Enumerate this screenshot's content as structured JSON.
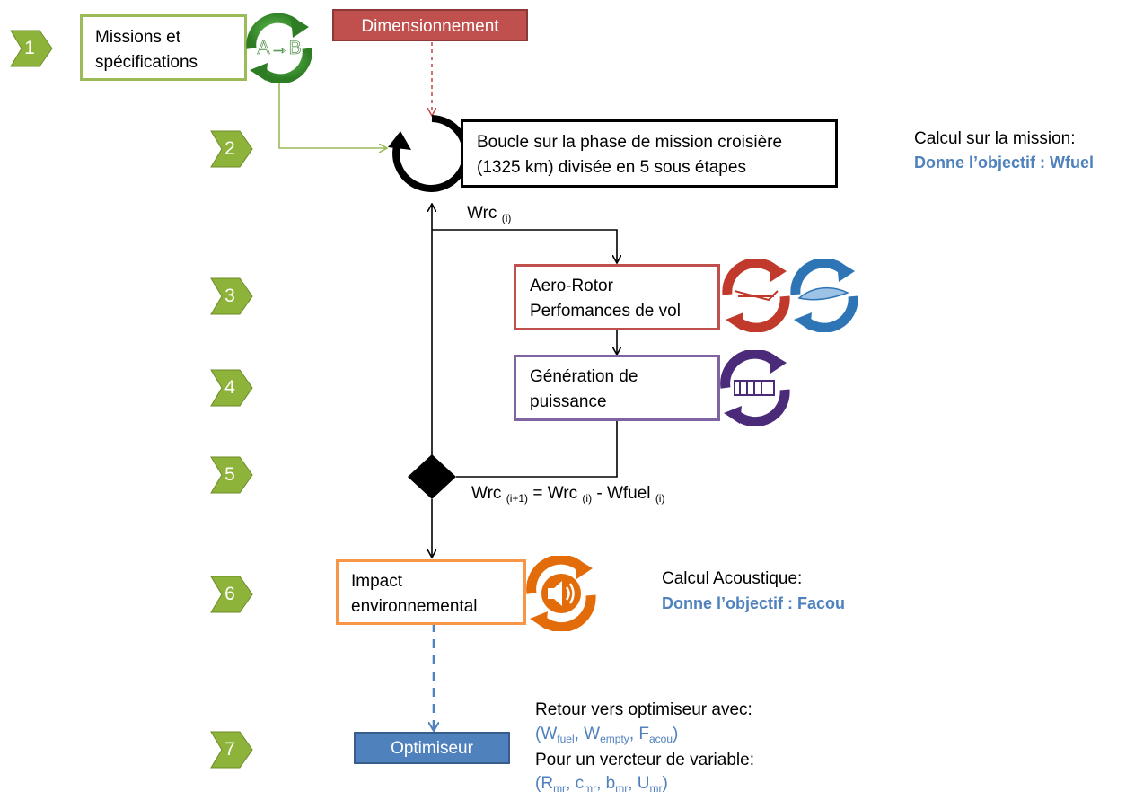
{
  "steps": [
    "1",
    "2",
    "3",
    "4",
    "5",
    "6",
    "7"
  ],
  "header": {
    "dimensionnement": "Dimensionnement"
  },
  "boxes": {
    "missions": {
      "line1": "Missions et",
      "line2": "spécifications"
    },
    "boucle": {
      "line1": "Boucle sur la phase de mission croisière",
      "line2": "(1325 km) divisée en 5 sous étapes"
    },
    "aero": {
      "line1": "Aero-Rotor",
      "line2": "Perfomances de vol"
    },
    "generation": {
      "line1": "Génération de",
      "line2": "puissance"
    },
    "impact": {
      "line1": "Impact",
      "line2": "environnemental"
    },
    "optimiseur": "Optimiseur"
  },
  "icons": {
    "missions": {
      "name": "a-to-b-icon",
      "label": "A→B",
      "color": "#3a9a2f"
    },
    "aero": {
      "name": "aero-rotor-icon",
      "color": "#c0392b"
    },
    "flight": {
      "name": "flight-performance-icon",
      "color": "#2e75b6"
    },
    "power": {
      "name": "power-generation-icon",
      "color": "#4b2a7a"
    },
    "acoustic": {
      "name": "speaker-icon",
      "color": "#e36c0a"
    }
  },
  "labels": {
    "wrc": {
      "main": "Wrc ",
      "sub": "(i)"
    },
    "wrc_eq": {
      "a": "Wrc ",
      "a_sub": "(i+1)",
      "b": " = Wrc ",
      "b_sub": "(i)",
      "c": " - Wfuel ",
      "c_sub": "(i)"
    }
  },
  "annotations": {
    "mission": {
      "title": "Calcul sur la mission:",
      "objective": "Donne l’objectif : Wfuel"
    },
    "acoustic": {
      "title": "Calcul Acoustique:",
      "objective": "Donne l’objectif : Facou"
    },
    "retour": {
      "line1": "Retour vers optimiseur avec:",
      "outputs": {
        "open": "(W",
        "wfuel_sub": "fuel",
        "sep1": ", W",
        "wempty_sub": "empty",
        "sep2": ", F",
        "facou_sub": "acou",
        "close": ")"
      },
      "line3": "Pour un vercteur de variable:",
      "vars": {
        "open": "(R",
        "r_sub": "mr",
        "sep1": ", c",
        "c_sub": "mr",
        "sep2": ", b",
        "b_sub": "mr",
        "sep3": ", U",
        "u_sub": "mr",
        "close": ")"
      }
    }
  },
  "colors": {
    "green": "#9bbb59",
    "green_dark": "#77933c",
    "red": "#c0504d",
    "purple": "#8064a2",
    "orange": "#f79646",
    "blue": "#4f81bd",
    "header_red": "#c0504d",
    "optim_blue": "#4f81bd"
  }
}
